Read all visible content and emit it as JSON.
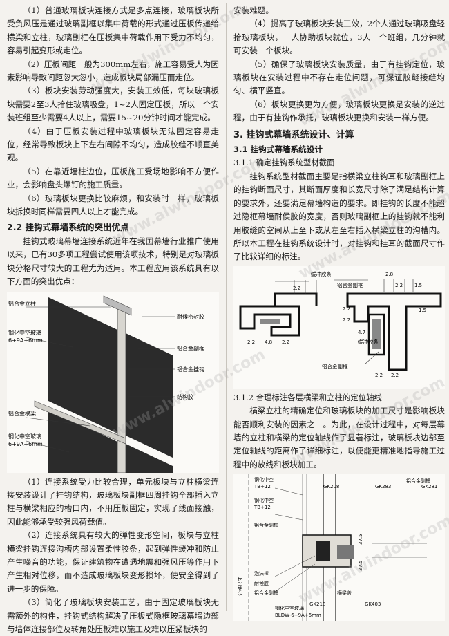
{
  "left": {
    "paras_top": [
      "（1）普通玻璃板块连接方式是多点连接，玻璃板块所受负风压是通过玻璃副框以集中荷载的形式通过压板传递给横梁和立柱，玻璃副框在压板集中荷载作用下受力不均匀，容易引起变形或走位。",
      "（2）压板间距一般为300mm左右，施工容易受人为因素影响导致间距忽大忽小，造成板块局部漏压而走位。",
      "（3）板块安装劳动强度大，安装工效低，每块玻璃板块需要2至3人拾住玻璃吸盘，1~2人固定压板，所以一个安装班组至少需要4人以上，需要15~20分钟时间才能完成。",
      "（4）由于压板安装过程中玻璃板块无法固定容易走位，经常导致板块上下左右间隙不均匀，造成胶缝不顺直美观。",
      "（5）在靠近墙柱边位，压板施工受场地影响不方便作业，会影响盘头螺钉的施工质量。",
      "（6）玻璃板块更换比较麻烦，和安装时一样，玻璃板块拆换时同样需要四人以上才能完成。"
    ],
    "heading_22": "2.2 挂钩式幕墙系统的突出优点",
    "para_22": "挂钩式玻璃幕墙连接系统近年在我国幕墙行业推广使用以来，已有30多项工程尝试使用该项技术，特别是对玻璃板块分格尺寸较大的工程尤为适用。本工程应用该系统具有以下方面的突出优点：",
    "fig1_labels": {
      "l1": "铝合金立柱",
      "l2": "钢化中空玻璃",
      "l3": "6+9A+6mm",
      "l4": "铝合金横梁",
      "l5": "钢化中空玻璃",
      "l6": "6+9A+6mm",
      "r1": "耐候密封胶",
      "r2": "铝合金副框",
      "r3": "铝合金挂钩",
      "r4": "结构胶"
    },
    "paras_bottom": [
      "（1）连接系统受力比较合理，单元板块与立柱横梁连接安装设计了挂钩结构，玻璃板块副框四周挂钩全部插入立柱与横梁相应的槽口内，不用压板固定，实现了线面接触，因此能够承受较强风荷载值。",
      "（2）连接系统具有较大的弹性变形空间，板块与立柱横梁挂钩连接沟槽内部设置柔性胶条，起到弹性缓冲和防止产生噪音的功能，保证建筑物在遭遇地震和强风压等作用下产生相对位移，而不造成玻璃板块变形损坏，使安全得到了进一步的保障。",
      "（3）简化了玻璃板块安装工艺，由于固定玻璃板块无需额外的构件，挂钩式结构解决了压板式隐框玻璃幕墙边部与墙体连接部位及转角处压板难以施工及难以压紧板块的"
    ]
  },
  "right": {
    "para_cont": "安装难题。",
    "paras_1": [
      "（4）提高了玻璃板块安装工效，2个人通过玻璃吸盘轻拾玻璃板块，一人协助板块就位，3人一个班组，几分钟就可安装一个板块。",
      "（5）确保了玻璃板块安装质量，由于有挂钩定位，玻璃板块在安装过程中不存在走位问题，可保证胶缝接缝均匀、横平竖直。",
      "（6）板块更换更为方便，玻璃板块更换是安装的逆过程，由于有挂钩作承托，玻璃板块更换和安装一样方便。"
    ],
    "heading_3": "3. 挂钩式幕墙系统设计、计算",
    "heading_31": "3.1 挂钩式幕墙系统设计",
    "heading_311": "3.1.1 确定挂钩系统型材截面",
    "para_311": "挂钩系统型材截面主要是指横梁立柱钩耳和玻璃副框上的挂钩断面尺寸，其断面厚度和长宽尺寸除了满足结构计算的要求外，还要满足幕墙构造的要求。即挂钩的长度不能超过隐框幕墙耐侯胶的宽度，否则玻璃副框上的挂钩就不能利用胶缝的空间从上至下或从左至右插入横梁立柱的沟槽内。所以本工程在挂钩系统设计时，对挂钩和挂耳的截面尺寸作了比较详细的标注。",
    "fig2_labels": {
      "a": "缓冲胶条",
      "b": "铝合金副框",
      "c": "缓冲胶条",
      "d": "铝合金副框",
      "dims": [
        "2.2",
        "2.8",
        "2.2",
        "1.5",
        "2.2",
        "2.2",
        "2.2",
        "4.8",
        "2.2",
        "4.7",
        "2.2",
        "2.2",
        "1.5"
      ]
    },
    "heading_312": "3.1.2 合理标注各层横梁和立柱的定位轴线",
    "para_312": "横梁立柱的精确定位和玻璃板块的加工尺寸是影响板块能否顺利安装的因素之一。为此，在设计过程中，对每层幕墙的立柱和横梁的定位轴线作了显著标注，玻璃板块边部至定位轴线的距离作了详细标注，以便能更精准地指导施工过程中的放线和板块加工。",
    "fig3_labels": {
      "t1": "钢化中空",
      "t2": "TB+12",
      "t3": "钢化中空",
      "t4": "TB+12",
      "g1": "GK208",
      "g2": "GK283",
      "g3": "GK281",
      "s1": "铝合金副框",
      "s2": "铝合金副框",
      "b1": "泡沫棒",
      "b2": "耐候胶",
      "b3": "铝合金副框",
      "b4": "GK218",
      "b5": "横梁盖",
      "b6": "GK403",
      "b7": "钢化中空玻璃",
      "b8": "BLDW-6+9A+6mm",
      "v1": "分格尺寸",
      "d1": "37.5",
      "d2": "37.5"
    }
  },
  "watermarks": [
    "www.alwindoor.com",
    "www.alwindoor.com",
    "www.alwindoor.com",
    "www.alwindoor.com",
    "www.alwindoor.com",
    "www.alwindoor.com",
    "www.alwindoor.com"
  ],
  "colors": {
    "paper": "#f4f2ee",
    "ink": "#1a1a1a",
    "glass": "#2a2a2a",
    "frame": "#3a3a3a"
  }
}
